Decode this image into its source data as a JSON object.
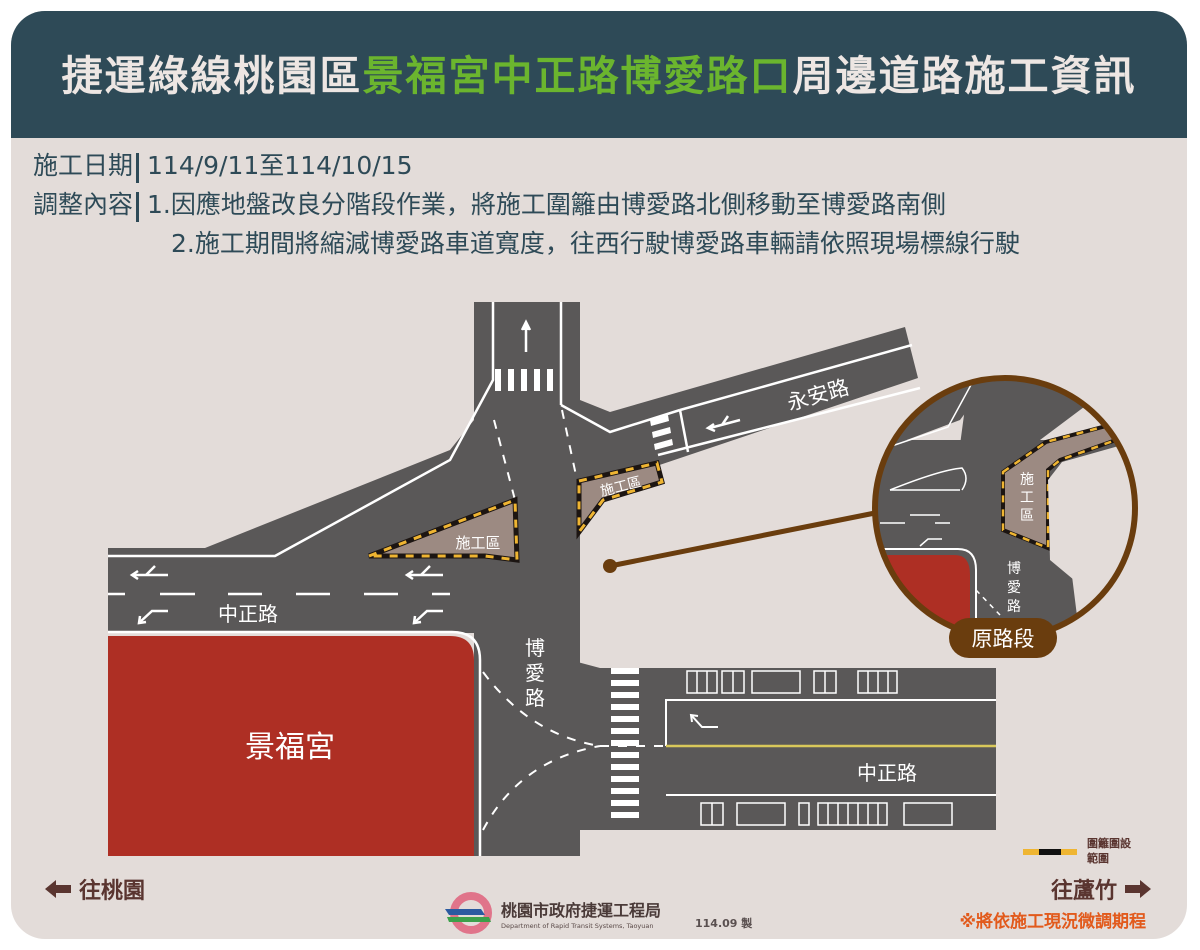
{
  "header": {
    "title_prefix": "捷運綠線桃園區",
    "title_highlight": "景福宮中正路博愛路口",
    "title_suffix": "周邊道路施工資訊"
  },
  "info": {
    "date_label": "施工日期",
    "date_value": "114/9/11至114/10/15",
    "adjust_label": "調整內容",
    "adjust_items": [
      "1.因應地盤改良分階段作業，將施工圍籬由博愛路北側移動至博愛路南側",
      "2.施工期間將縮減博愛路車道寬度，往西行駛博愛路車輛請依照現場標線行駛"
    ]
  },
  "map": {
    "roads": {
      "zhongzheng_west": "中正路",
      "zhongzheng_east": "中正路",
      "boai": "博愛路",
      "yongan": "永安路"
    },
    "landmark": "景福宮",
    "construction_zone_label": "施工區",
    "inset": {
      "badge": "原路段",
      "construction_zone_label": "施工區",
      "road_label": "博愛路"
    }
  },
  "legend": {
    "fence_label_line1": "圍籬圍設",
    "fence_label_line2": "範圍"
  },
  "directions": {
    "west": "往桃園",
    "east": "往蘆竹"
  },
  "footer": {
    "org_name": "桃園市政府捷運工程局",
    "org_name_en": "Department of Rapid Transit Systems, Taoyuan",
    "made_date": "114.09 製",
    "note": "※將依施工現況微調期程"
  },
  "colors": {
    "header_bg": "#2e4a57",
    "highlight_green": "#6bb52e",
    "card_bg": "#e3dcd9",
    "road": "#5a5858",
    "temple": "#ae2f24",
    "construction_fill": "#9c8a82",
    "fence_yellow": "#efb532",
    "inset_brown": "#6a3d0e",
    "note_orange": "#e25a1c"
  }
}
